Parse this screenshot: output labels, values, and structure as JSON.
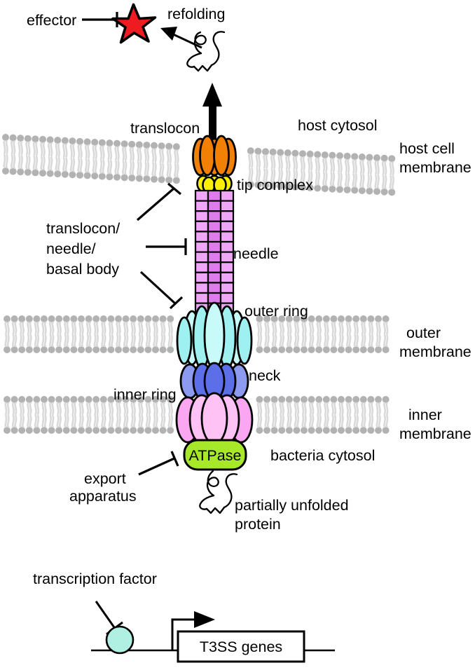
{
  "figure": {
    "type": "schematic-diagram",
    "subject": "Type III Secretion System (T3SS) injectisome",
    "background_color": "#ffffff"
  },
  "labels": {
    "effector": "effector",
    "refolding": "refolding",
    "translocon": "translocon",
    "host_cytosol": "host cytosol",
    "host_cell_membrane_line1": "host cell",
    "host_cell_membrane_line2": "membrane",
    "tip_complex": "tip complex",
    "inhibitor_group_line1": "translocon/",
    "inhibitor_group_line2": "needle/",
    "inhibitor_group_line3": "basal body",
    "needle": "needle",
    "outer_ring": "outer ring",
    "outer_membrane_line1": "outer",
    "outer_membrane_line2": "membrane",
    "neck": "neck",
    "inner_ring": "inner ring",
    "inner_membrane_line1": "inner",
    "inner_membrane_line2": "membrane",
    "atpase": "ATPase",
    "bacteria_cytosol": "bacteria cytosol",
    "export_apparatus_line1": "export",
    "export_apparatus_line2": "apparatus",
    "partially_unfolded_line1": "partially unfolded",
    "partially_unfolded_line2": "protein",
    "transcription_factor": "transcription factor",
    "t3ss_genes": "T3SS genes"
  },
  "colors": {
    "translocon": "#F28005",
    "tip_complex": "#FAF000",
    "needle": "#E07BEE",
    "needle_light": "#EFA6F7",
    "outer_ring": "#9FF0F0",
    "outer_ring_light": "#C8FAFA",
    "neck": "#5D6FE8",
    "neck_light": "#8C9BF0",
    "inner_ring": "#FAA6F0",
    "inner_ring_light": "#FFC2F5",
    "atpase": "#A8E82B",
    "effector_star": "#EE1C21",
    "transcription_factor": "#AFF0E2",
    "membrane_head": "#B2B2B2",
    "membrane_tail": "#D9D9D9",
    "stroke": "#000000"
  },
  "structure": {
    "translocon_units": 4,
    "tip_complex_units": 3,
    "needle_rows": 13,
    "needle_cols": 3,
    "outer_ring_units": 7,
    "neck_units": 5,
    "inner_ring_units": 5,
    "membranes": [
      "host cell membrane",
      "outer membrane",
      "inner membrane"
    ]
  },
  "connectors": {
    "effector_inhibition": "T-bar",
    "refolding_arrow": "arrow",
    "secretion_arrow": "arrow-up",
    "translocon_needle_basal_inhibitions": 3,
    "export_apparatus_inhibition": "T-bar",
    "transcription_factor_inhibition": "T-bar",
    "promoter_arrow": "bent-arrow"
  }
}
